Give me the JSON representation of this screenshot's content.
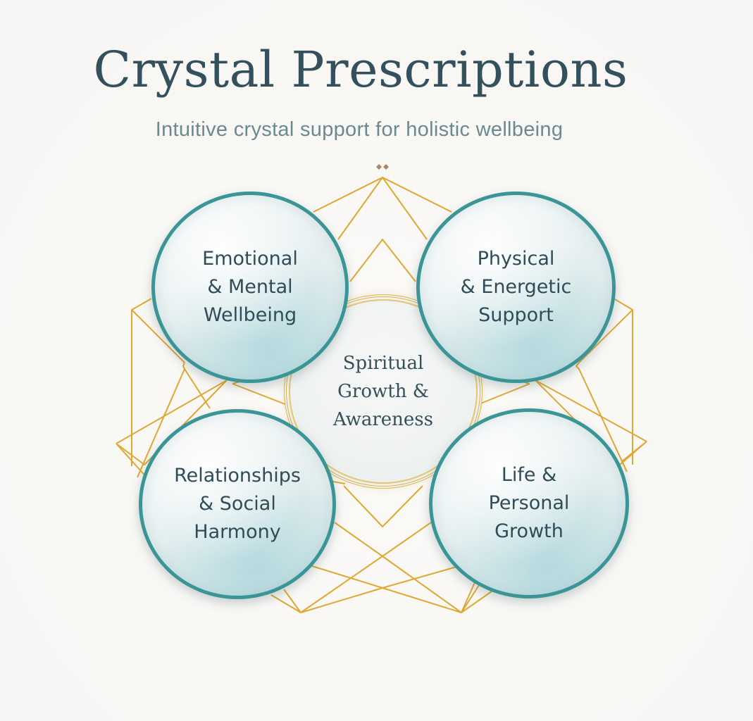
{
  "header": {
    "title": "Crystal Prescriptions",
    "subtitle": "Intuitive crystal support for holistic wellbeing"
  },
  "divider": {
    "ornament": "double-diamond"
  },
  "diagram": {
    "center": {
      "label": "Spiritual\nGrowth &\nAwareness"
    },
    "categories": [
      {
        "position": "top-left",
        "label": "Emotional\n& Mental\nWellbeing"
      },
      {
        "position": "top-right",
        "label": "Physical\n& Energetic\nSupport"
      },
      {
        "position": "bottom-left",
        "label": "Relationships\n& Social\nHarmony"
      },
      {
        "position": "bottom-right",
        "label": "Life &\nPersonal\nGrowth"
      }
    ]
  },
  "colors": {
    "title": "#34505c",
    "subtitle": "#6b8a8f",
    "circle_border": "#3b9596",
    "gold_lines": "#e0a832",
    "divider": "#b8977a"
  }
}
